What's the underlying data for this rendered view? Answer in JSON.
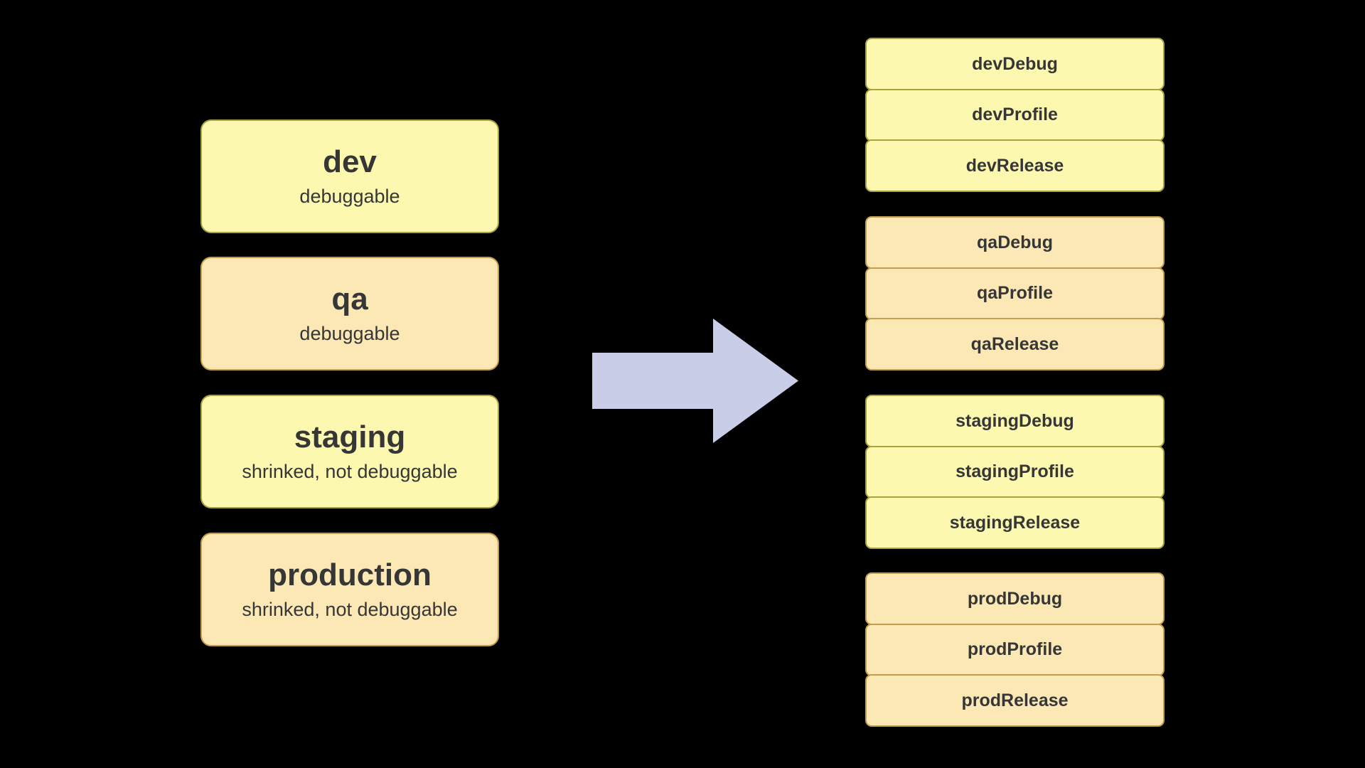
{
  "diagram": {
    "colors": {
      "background": "#000000",
      "arrow": "#C9CDE8",
      "yellow_fill": "#FCF8B0",
      "yellow_border": "#A9A23E",
      "orange_fill": "#FBE8B4",
      "orange_border": "#C69D4D",
      "text": "#363636"
    },
    "variants": [
      {
        "name": "dev",
        "note": "debuggable",
        "scheme": "yellow"
      },
      {
        "name": "qa",
        "note": "debuggable",
        "scheme": "orange"
      },
      {
        "name": "staging",
        "note": "shrinked, not debuggable",
        "scheme": "yellow"
      },
      {
        "name": "production",
        "note": "shrinked, not debuggable",
        "scheme": "orange"
      }
    ],
    "build_groups": [
      {
        "scheme": "yellow",
        "items": [
          "devDebug",
          "devProfile",
          "devRelease"
        ]
      },
      {
        "scheme": "orange",
        "items": [
          "qaDebug",
          "qaProfile",
          "qaRelease"
        ]
      },
      {
        "scheme": "yellow",
        "items": [
          "stagingDebug",
          "stagingProfile",
          "stagingRelease"
        ]
      },
      {
        "scheme": "orange",
        "items": [
          "prodDebug",
          "prodProfile",
          "prodRelease"
        ]
      }
    ]
  }
}
